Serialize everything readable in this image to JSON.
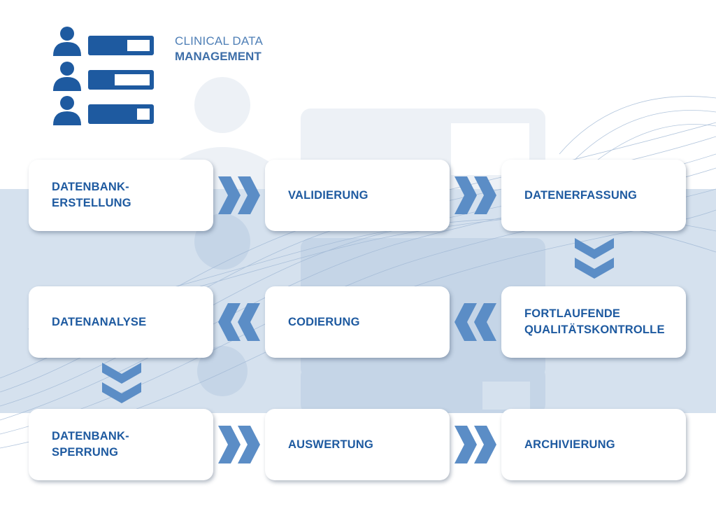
{
  "brand": {
    "line1": "CLINICAL DATA",
    "line2": "MANAGEMENT",
    "icon": "user-list-icon"
  },
  "colors": {
    "primary": "#1e5aa0",
    "arrow": "#5b8dc6",
    "band": "#d5e1ee",
    "ghost": "#edf1f6"
  },
  "steps": [
    {
      "label": "DATENBANK-\nERSTELLUNG"
    },
    {
      "label": "VALIDIERUNG"
    },
    {
      "label": "DATENERFASSUNG"
    },
    {
      "label": "DATENANALYSE"
    },
    {
      "label": "CODIERUNG"
    },
    {
      "label": "FORTLAUFENDE\nQUALITÄTSKONTROLLE"
    },
    {
      "label": "DATENBANK-\nSPERRUNG"
    },
    {
      "label": "AUSWERTUNG"
    },
    {
      "label": "ARCHIVIERUNG"
    }
  ],
  "flow": [
    {
      "from": "DATENBANK-\nERSTELLUNG",
      "to": "VALIDIERUNG",
      "icon": "double-chevron-right-icon"
    },
    {
      "from": "VALIDIERUNG",
      "to": "DATENERFASSUNG",
      "icon": "double-chevron-right-icon"
    },
    {
      "from": "DATENERFASSUNG",
      "to": "FORTLAUFENDE\nQUALITÄTSKONTROLLE",
      "icon": "double-chevron-down-icon"
    },
    {
      "from": "FORTLAUFENDE\nQUALITÄTSKONTROLLE",
      "to": "CODIERUNG",
      "icon": "double-chevron-left-icon"
    },
    {
      "from": "CODIERUNG",
      "to": "DATENANALYSE",
      "icon": "double-chevron-left-icon"
    },
    {
      "from": "DATENANALYSE",
      "to": "DATENBANK-\nSPERRUNG",
      "icon": "double-chevron-down-icon"
    },
    {
      "from": "DATENBANK-\nSPERRUNG",
      "to": "AUSWERTUNG",
      "icon": "double-chevron-right-icon"
    },
    {
      "from": "AUSWERTUNG",
      "to": "ARCHIVIERUNG",
      "icon": "double-chevron-right-icon"
    }
  ]
}
